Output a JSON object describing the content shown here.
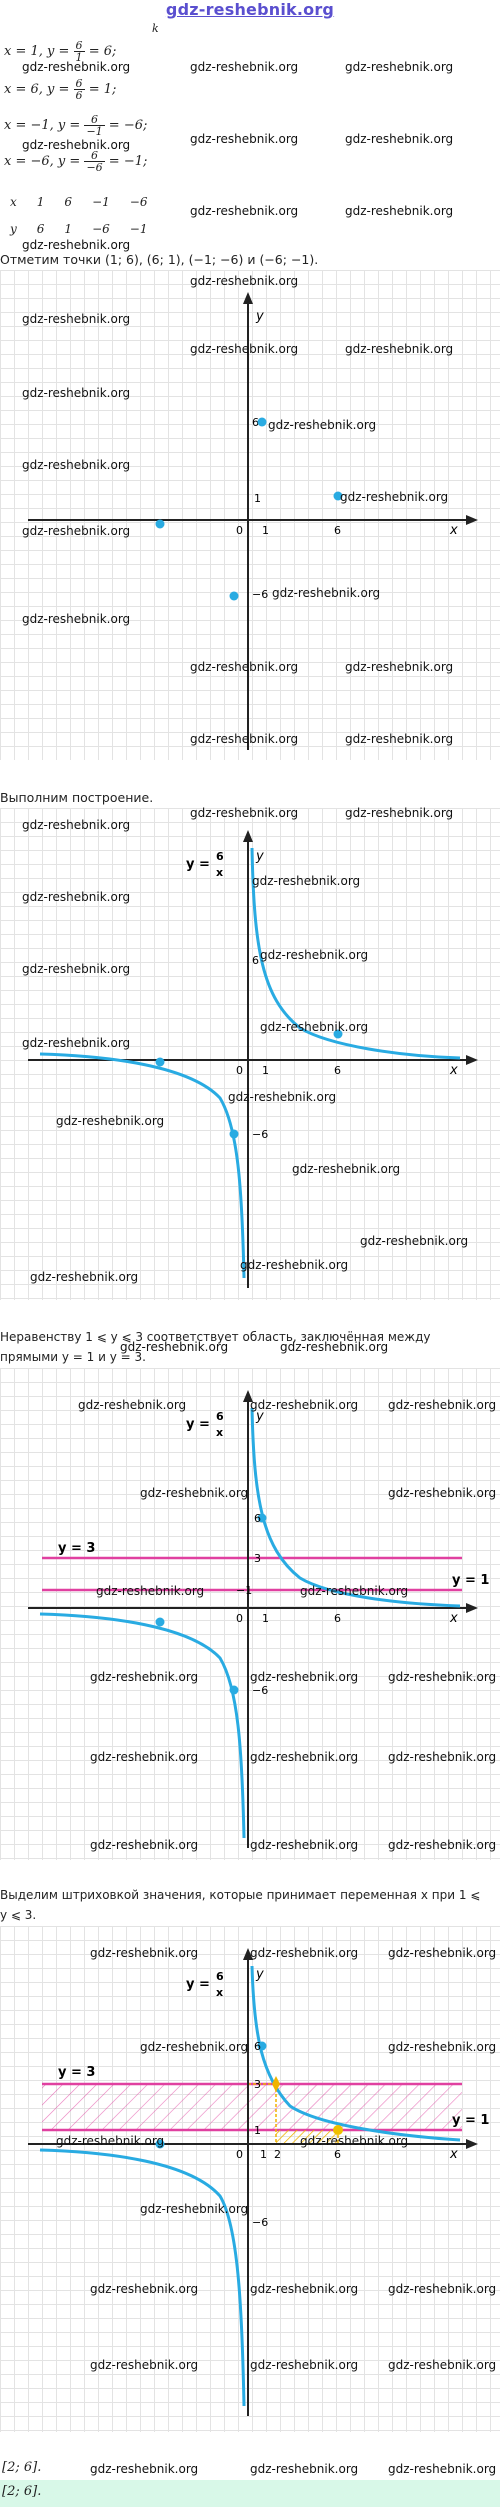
{
  "header": {
    "site": "gdz-reshebnik.org",
    "k_label": "k"
  },
  "calc": [
    {
      "lhs": "x = 1, y =",
      "num": "6",
      "den": "1",
      "rhs": "= 6;"
    },
    {
      "lhs": "x = 6, y =",
      "num": "6",
      "den": "6",
      "rhs": "= 1;"
    },
    {
      "lhs": "x = −1, y =",
      "num": "6",
      "den": "−1",
      "rhs": "= −6;"
    },
    {
      "lhs": "x = −6, y =",
      "num": "6",
      "den": "−6",
      "rhs": "= −1;"
    }
  ],
  "table": {
    "x_row": [
      "x",
      "1",
      "6",
      "−1",
      "−6"
    ],
    "y_row": [
      "y",
      "6",
      "1",
      "−6",
      "−1"
    ]
  },
  "texts": {
    "points": "Отметим точки (1; 6), (6; 1), (−1; −6) и (−6; −1).",
    "build": "Выполним построение.",
    "ineq1": "Неравенству 1 ⩽ y ⩽ 3 соответствует область, заключённая между",
    "ineq2": "прямыми y = 1 и y = 3.",
    "hatch1": "Выделим штриховкой значения, которые принимает переменная x при 1 ⩽",
    "hatch2": "y ⩽ 3.",
    "answer1": "[2; 6].",
    "answer2": "[2; 6]."
  },
  "graph_labels": {
    "x_axis": "x",
    "y_axis": "y",
    "origin": "0",
    "one": "1",
    "six": "6",
    "neg_six": "−6",
    "three": "3",
    "neg_one": "−1",
    "two": "2",
    "func_y": "y =",
    "func_num": "6",
    "func_den": "x",
    "line_y3": "y = 3",
    "line_y1": "y = 1"
  },
  "colors": {
    "curve": "#29abe2",
    "band": "#e040a0",
    "hatch": "#f0b400",
    "axis": "#222222"
  },
  "watermark": "gdz-reshebnik.org"
}
